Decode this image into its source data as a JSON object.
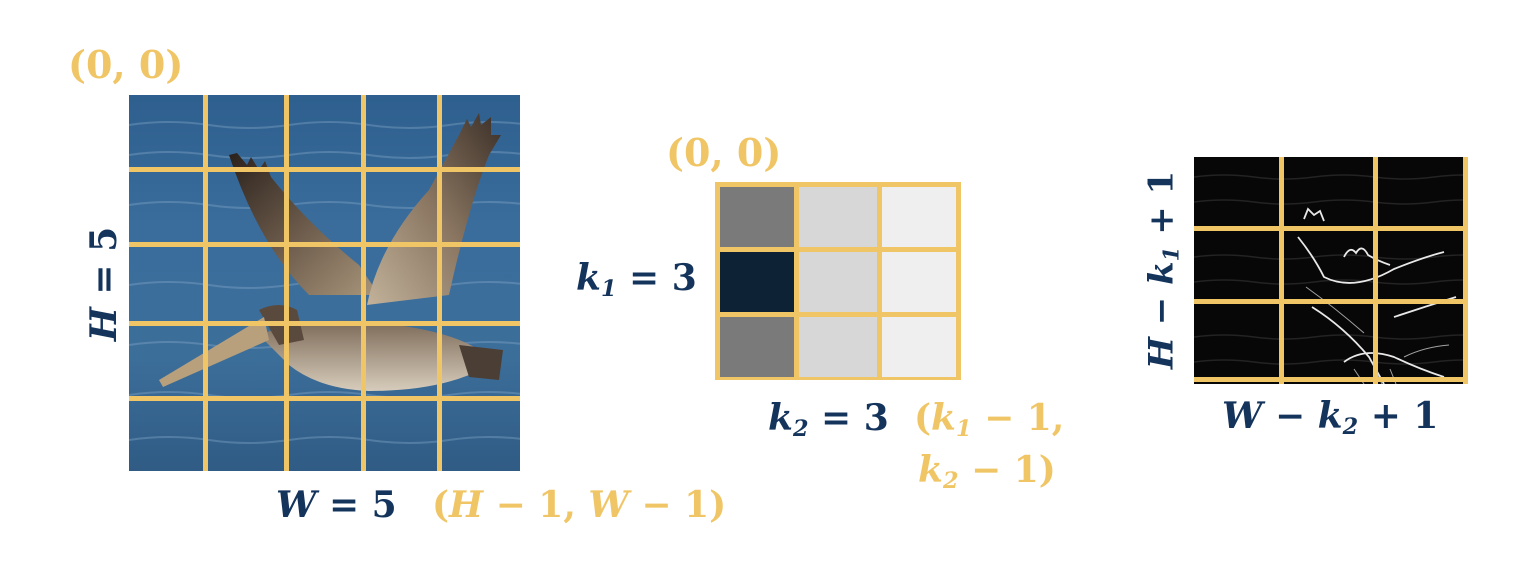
{
  "colors": {
    "grid": "#f0c566",
    "label_navy": "#14345c",
    "label_gold": "#f0c566",
    "kernel_dark": "#0e2236",
    "kernel_gray": "#7a7a7a",
    "kernel_light": "#d7d7d7",
    "kernel_lighter": "#efefef"
  },
  "input": {
    "origin_label": "(0, 0)",
    "height_label": {
      "var": "H",
      "eq": "= 5"
    },
    "width_label": {
      "var": "W",
      "eq": "= 5"
    },
    "corner_label": {
      "open": "(",
      "a": "H",
      "a_rest": " − 1, ",
      "b": "W",
      "b_rest": " − 1)"
    },
    "grid_cells": 5
  },
  "kernel": {
    "origin_label": "(0, 0)",
    "k1_label": {
      "var": "k",
      "sub": "1",
      "eq": " = 3"
    },
    "k2_label": {
      "var": "k",
      "sub": "2",
      "eq": " = 3"
    },
    "corner_label": {
      "line1": {
        "open": "(",
        "var": "k",
        "sub": "1",
        "rest": " − 1,"
      },
      "line2": {
        "var": "k",
        "sub": "2",
        "rest": " − 1)"
      }
    },
    "cells": [
      [
        "kernel-gray",
        "kernel-light",
        "kernel-lighter"
      ],
      [
        "kernel-dark",
        "kernel-light",
        "kernel-lighter"
      ],
      [
        "kernel-gray",
        "kernel-light",
        "kernel-lighter"
      ]
    ]
  },
  "output": {
    "height_label": {
      "var1": "H",
      "minus": " − ",
      "var2": "k",
      "sub": "1",
      "rest": " + 1"
    },
    "width_label": {
      "var1": "W",
      "minus": " − ",
      "var2": "k",
      "sub": "2",
      "rest": " + 1"
    },
    "grid_cells": 3
  }
}
